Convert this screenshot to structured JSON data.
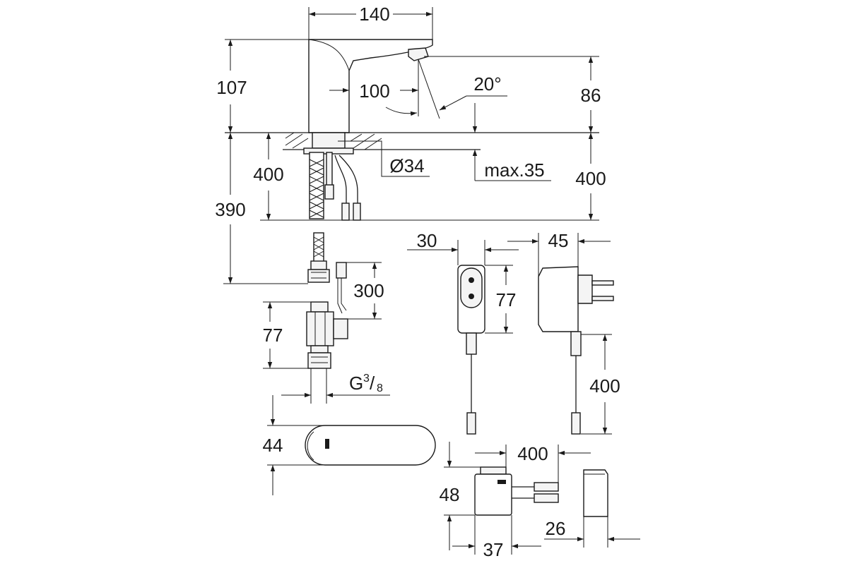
{
  "colors": {
    "ink": "#1a1a1a",
    "background": "#ffffff",
    "part_fill": "#f4f4f4"
  },
  "dimensions": {
    "spout_width": "140",
    "faucet_height": "107",
    "sensor_offset": "100",
    "sensor_angle": "20°",
    "spout_clearance": "86",
    "hole_diameter": "Ø34",
    "max_thickness": "max.35",
    "hose_length_left": "400",
    "hose_length_total": "390",
    "mount_depth_right": "400",
    "cable_length": "300",
    "valve_height": "77",
    "thread_main": "G",
    "thread_num": "3",
    "thread_den": "8",
    "adapter_width": "30",
    "adapter_height": "77",
    "plug_depth": "45",
    "adapter_cable": "400",
    "spout_top_width": "44",
    "box_cable": "400",
    "box_height": "48",
    "box_width": "37",
    "cover_depth": "26"
  }
}
